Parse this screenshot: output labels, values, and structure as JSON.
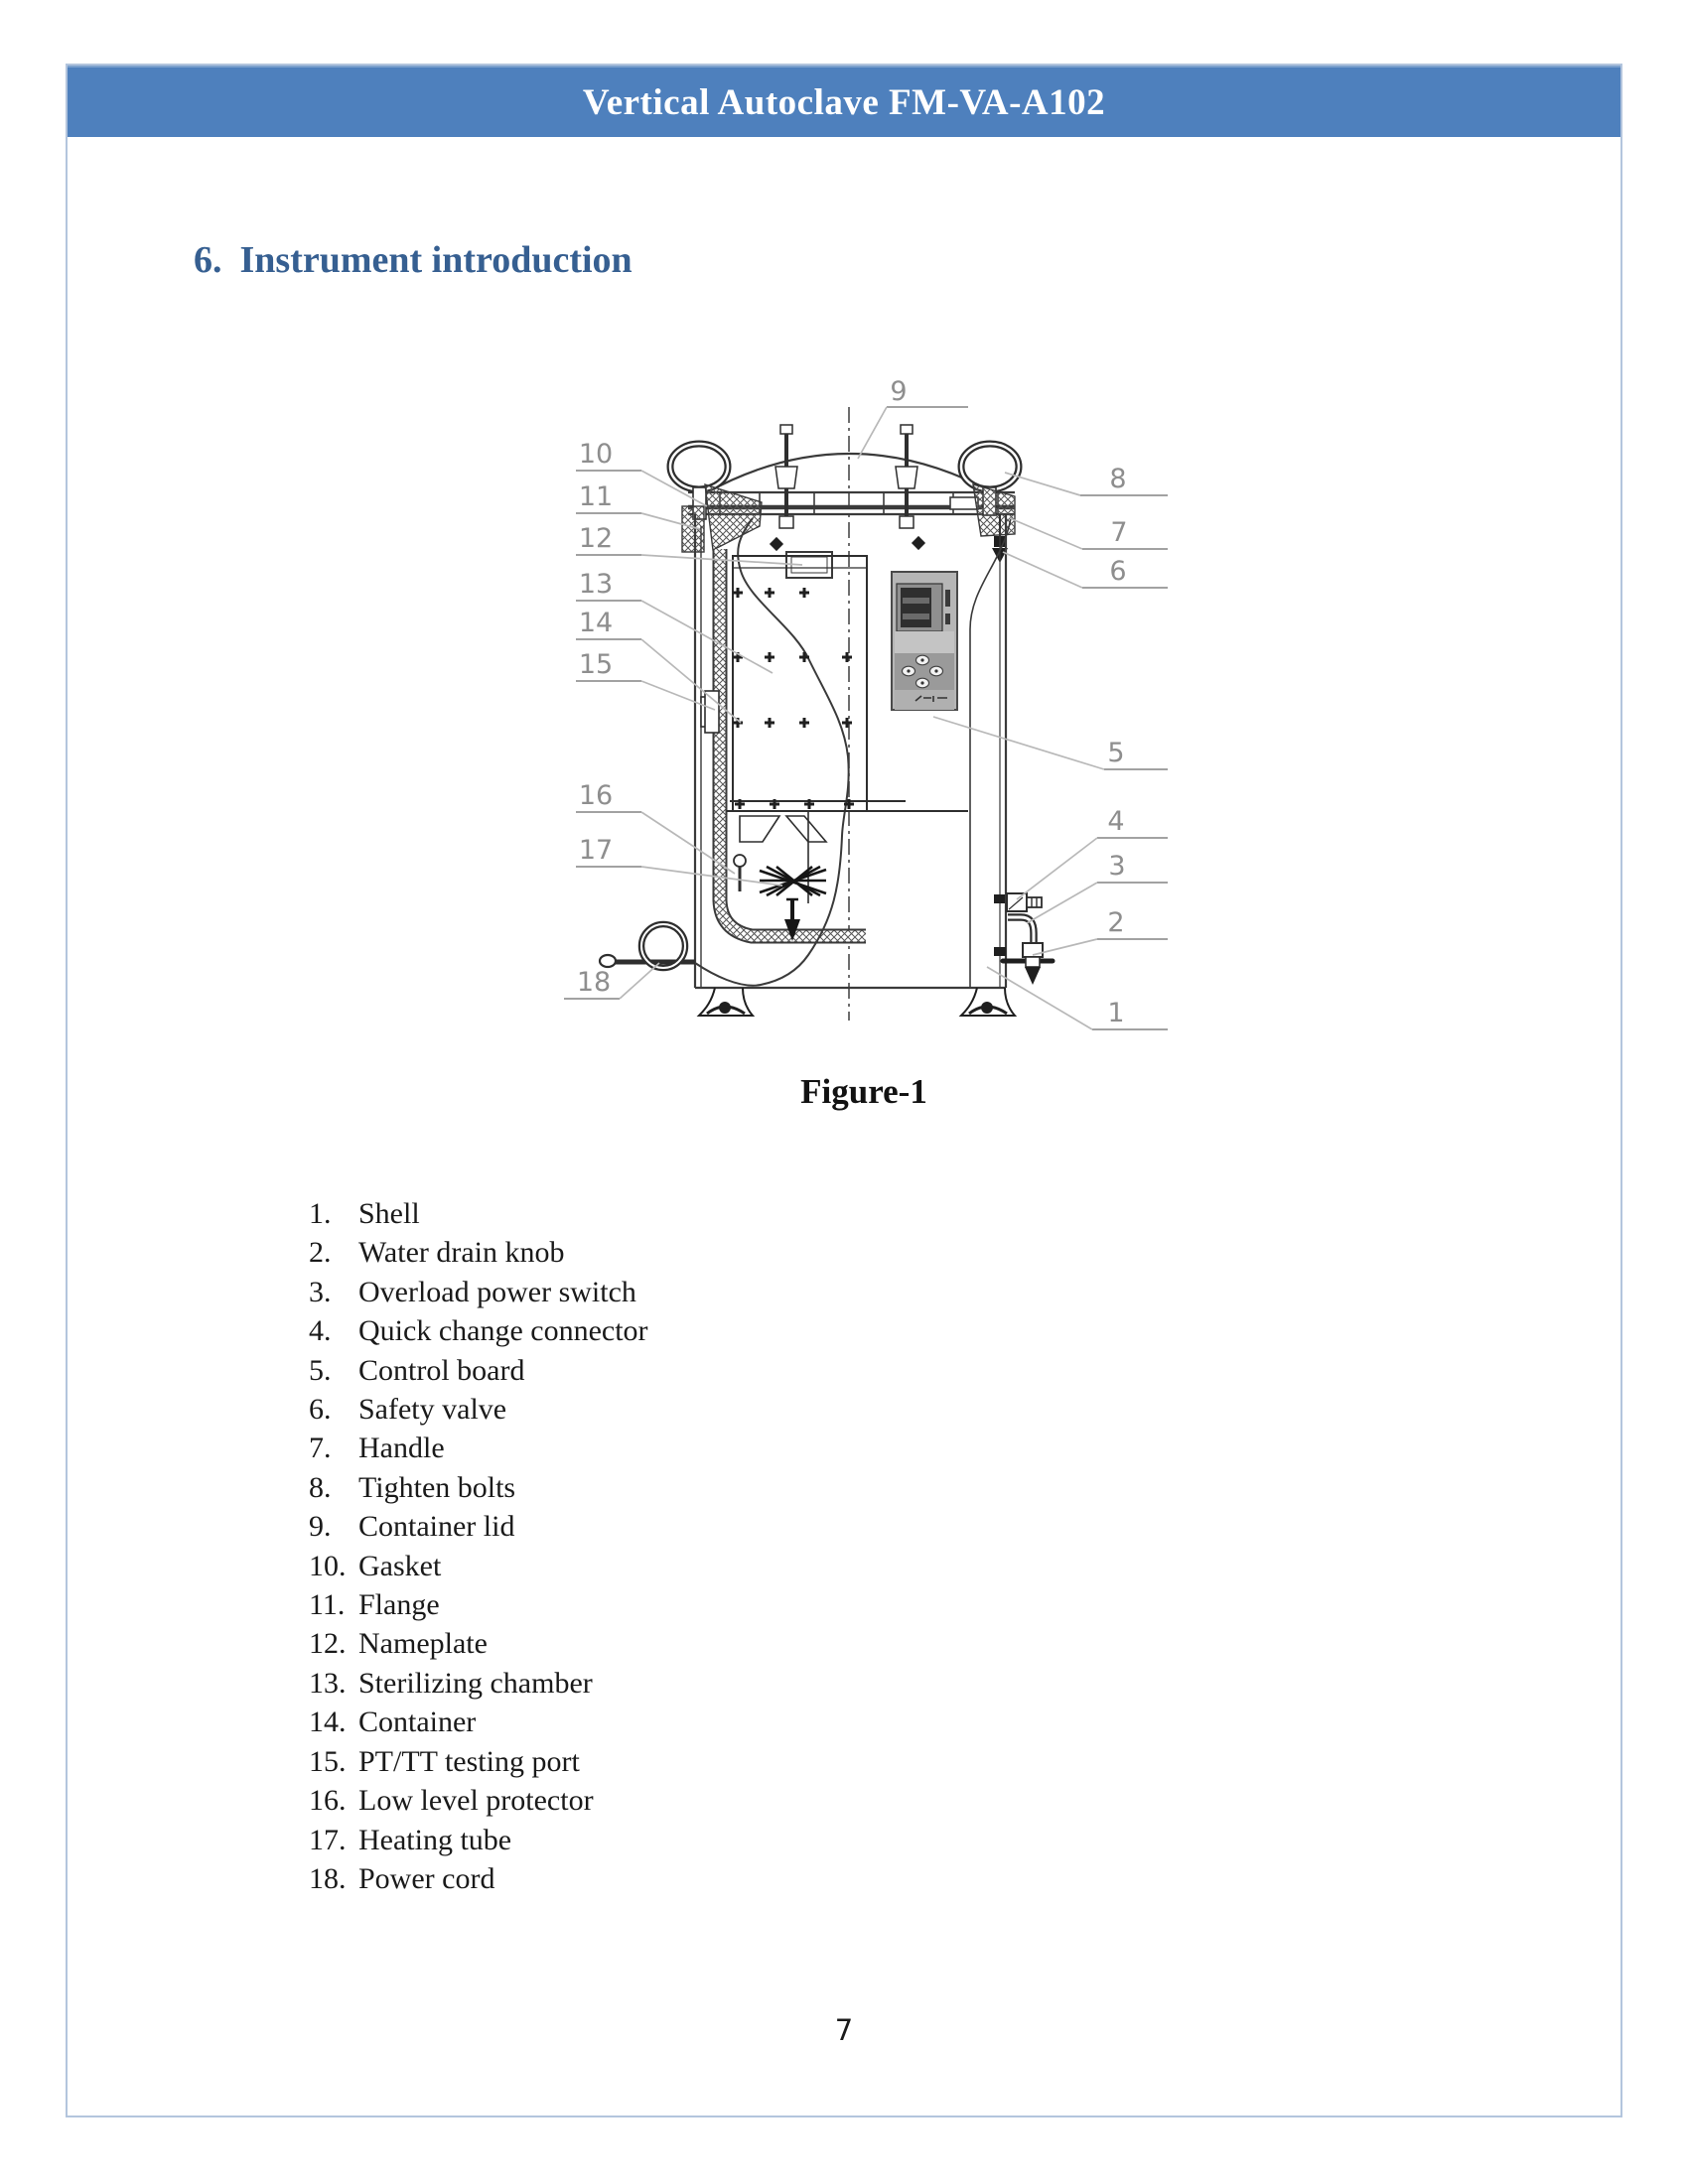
{
  "header": {
    "title": "Vertical Autoclave FM-VA-A102",
    "bar_color": "#4e80bd"
  },
  "section": {
    "number": "6.",
    "title": "Instrument introduction",
    "color": "#365f91"
  },
  "figure": {
    "caption": "Figure-1"
  },
  "parts_list": [
    {
      "num": "1.",
      "name": "Shell"
    },
    {
      "num": "2.",
      "name": "Water drain knob"
    },
    {
      "num": "3.",
      "name": "Overload power switch"
    },
    {
      "num": "4.",
      "name": "Quick change connector"
    },
    {
      "num": "5.",
      "name": "Control board"
    },
    {
      "num": "6.",
      "name": "Safety valve"
    },
    {
      "num": "7.",
      "name": "Handle"
    },
    {
      "num": "8.",
      "name": "Tighten bolts"
    },
    {
      "num": "9.",
      "name": "Container lid"
    },
    {
      "num": "10.",
      "name": "Gasket"
    },
    {
      "num": "11.",
      "name": "Flange"
    },
    {
      "num": "12.",
      "name": "Nameplate"
    },
    {
      "num": "13.",
      "name": "Sterilizing chamber"
    },
    {
      "num": "14.",
      "name": "Container"
    },
    {
      "num": "15.",
      "name": "PT/TT testing port"
    },
    {
      "num": "16.",
      "name": "Low level protector"
    },
    {
      "num": "17.",
      "name": "Heating tube"
    },
    {
      "num": "18.",
      "name": "Power cord"
    }
  ],
  "diagram": {
    "callouts": [
      "1",
      "2",
      "3",
      "4",
      "5",
      "6",
      "7",
      "8",
      "9",
      "10",
      "11",
      "12",
      "13",
      "14",
      "15",
      "16",
      "17",
      "18"
    ],
    "callout_color": "#8e8e8e"
  },
  "page": {
    "number": "7",
    "border_color": "#b3c5dd"
  }
}
